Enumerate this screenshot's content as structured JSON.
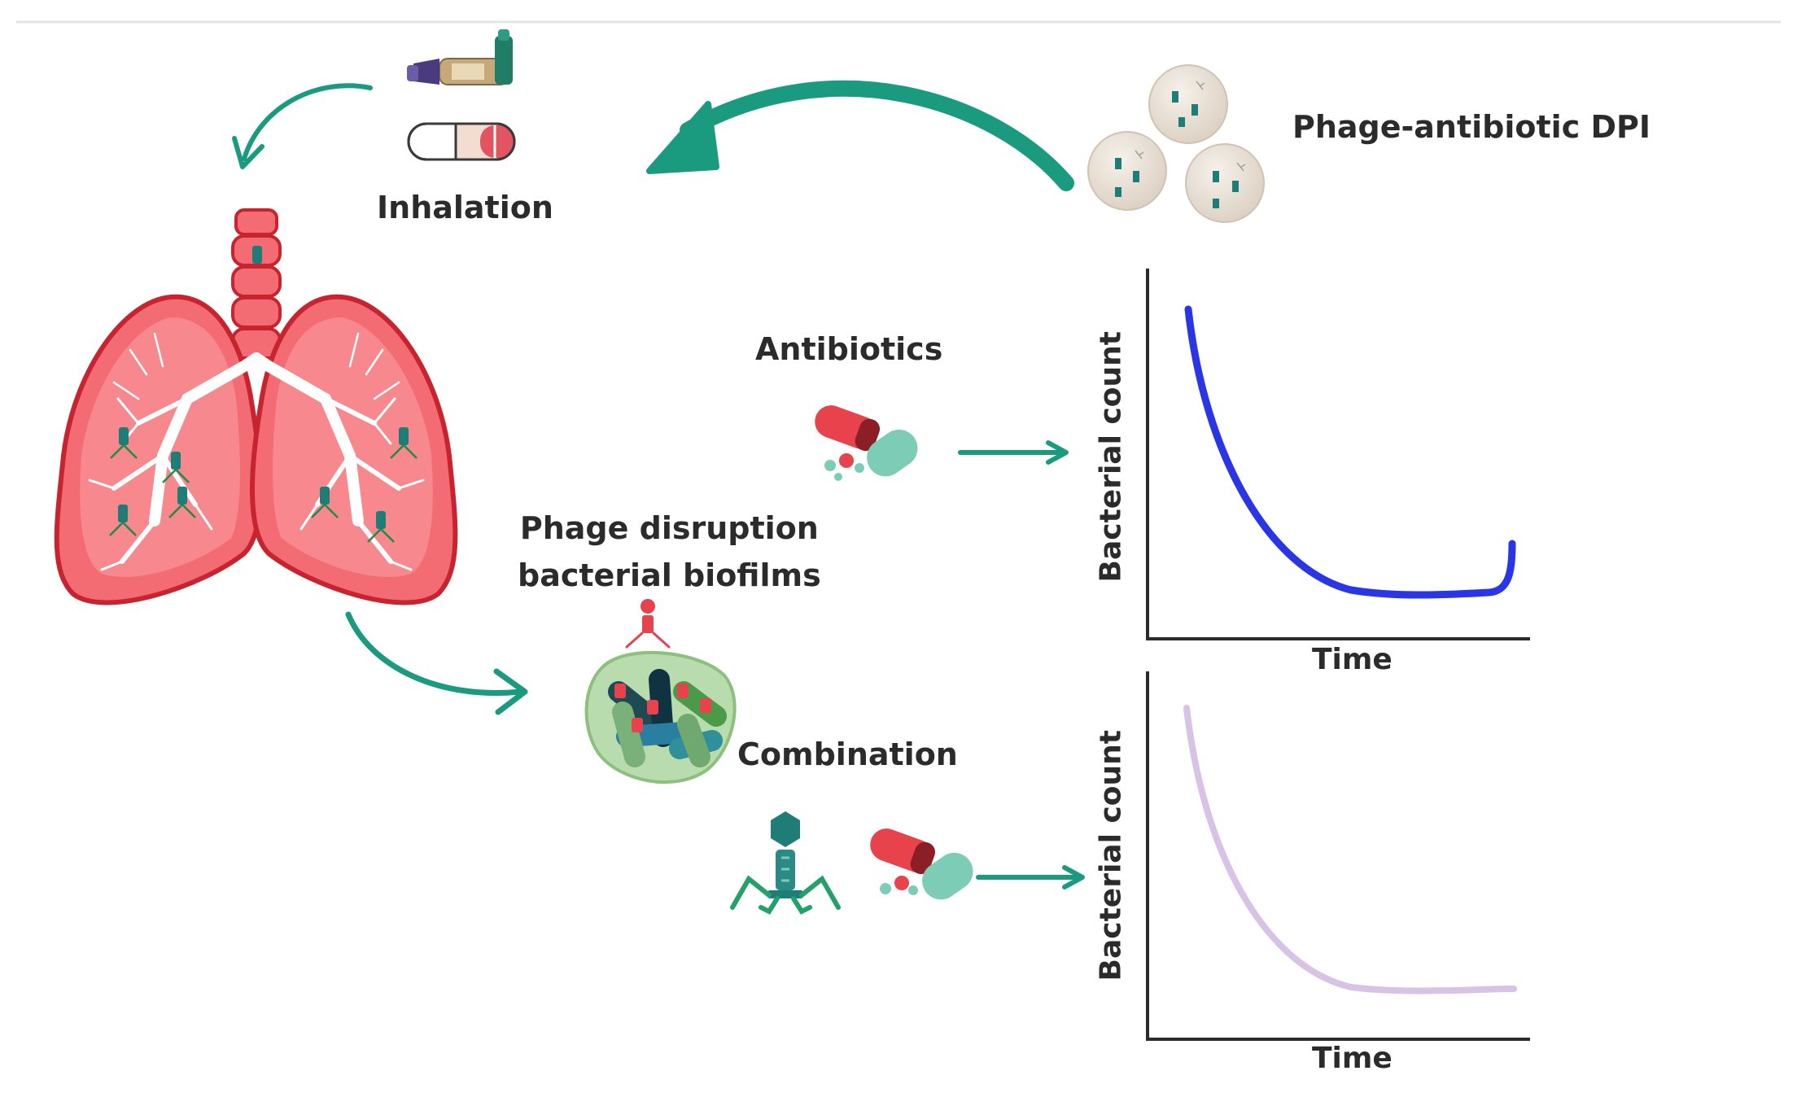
{
  "labels": {
    "dpi": "Phage-antibiotic DPI",
    "inhalation": "Inhalation",
    "antibiotics": "Antibiotics",
    "phage_line1": "Phage disruption",
    "phage_line2": "bacterial biofilms",
    "combination": "Combination"
  },
  "plots": [
    {
      "ylabel": "Bacterial count",
      "xlabel": "Time"
    },
    {
      "ylabel": "Bacterial count",
      "xlabel": "Time"
    }
  ],
  "colors": {
    "arrow": "#1a9a7e",
    "curve_antibiotics": "#2a35e6",
    "curve_combination": "#d8c2e6",
    "lung_fill": "#f36c73",
    "lung_stroke": "#c8242f",
    "phage_teal": "#1f7d78",
    "pill_red": "#e8424c",
    "pill_teal": "#7dcdb6"
  },
  "icons": [
    "inhaler-icon",
    "capsule-icon",
    "dpi-particles-icon",
    "lungs-icon",
    "pill-icon",
    "biofilm-icon",
    "bacteriophage-icon"
  ]
}
